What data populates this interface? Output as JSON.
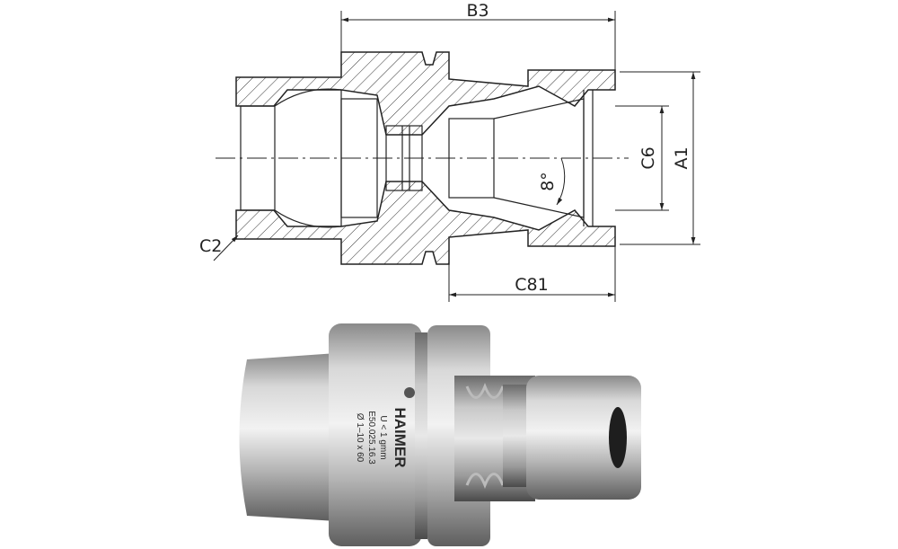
{
  "drawing": {
    "dimensions": {
      "b3": "B3",
      "c81": "C81",
      "c6": "C6",
      "a1": "A1",
      "c2": "C2",
      "angle": "8°"
    }
  },
  "product": {
    "brand": "HAIMER",
    "engraving": [
      "U < 1 gmm",
      "E50.025.16.3",
      "Ø 1–10 x 60"
    ]
  },
  "colors": {
    "line": "#222222",
    "steel_light": "#e6e6e6",
    "steel_dark": "#6e6e6e"
  }
}
